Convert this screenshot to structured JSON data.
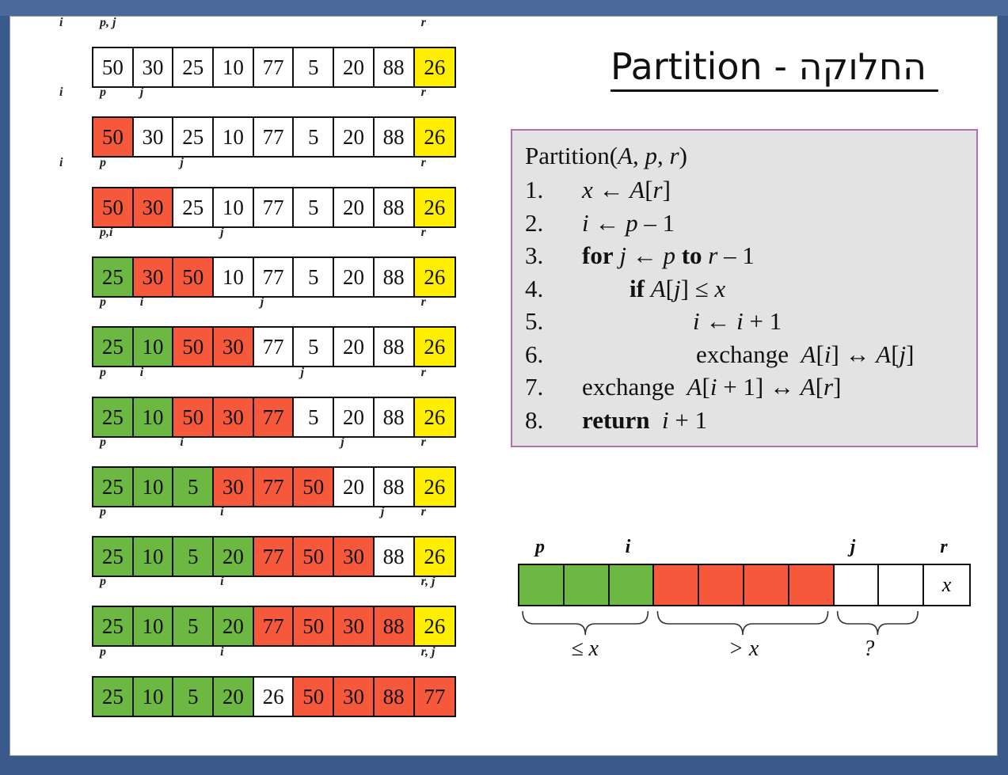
{
  "title": "Partition - החלוקה",
  "colors": {
    "white": "#ffffff",
    "red": "#f5583b",
    "green": "#6cb843",
    "yellow": "#ffee00"
  },
  "rows": [
    {
      "labels": [
        {
          "text": "i",
          "col": -1
        },
        {
          "text": "p, j",
          "col": 0
        },
        {
          "text": "r",
          "col": 8
        }
      ],
      "cells": [
        [
          "50",
          "white"
        ],
        [
          "30",
          "white"
        ],
        [
          "25",
          "white"
        ],
        [
          "10",
          "white"
        ],
        [
          "77",
          "white"
        ],
        [
          "5",
          "white"
        ],
        [
          "20",
          "white"
        ],
        [
          "88",
          "white"
        ],
        [
          "26",
          "yellow"
        ]
      ]
    },
    {
      "labels": [
        {
          "text": "i",
          "col": -1
        },
        {
          "text": "p",
          "col": 0
        },
        {
          "text": "j",
          "col": 1
        },
        {
          "text": "r",
          "col": 8
        }
      ],
      "cells": [
        [
          "50",
          "red"
        ],
        [
          "30",
          "white"
        ],
        [
          "25",
          "white"
        ],
        [
          "10",
          "white"
        ],
        [
          "77",
          "white"
        ],
        [
          "5",
          "white"
        ],
        [
          "20",
          "white"
        ],
        [
          "88",
          "white"
        ],
        [
          "26",
          "yellow"
        ]
      ]
    },
    {
      "labels": [
        {
          "text": "i",
          "col": -1
        },
        {
          "text": "p",
          "col": 0
        },
        {
          "text": "j",
          "col": 2
        },
        {
          "text": "r",
          "col": 8
        }
      ],
      "cells": [
        [
          "50",
          "red"
        ],
        [
          "30",
          "red"
        ],
        [
          "25",
          "white"
        ],
        [
          "10",
          "white"
        ],
        [
          "77",
          "white"
        ],
        [
          "5",
          "white"
        ],
        [
          "20",
          "white"
        ],
        [
          "88",
          "white"
        ],
        [
          "26",
          "yellow"
        ]
      ]
    },
    {
      "labels": [
        {
          "text": "p,i",
          "col": 0
        },
        {
          "text": "j",
          "col": 3
        },
        {
          "text": "r",
          "col": 8
        }
      ],
      "cells": [
        [
          "25",
          "green"
        ],
        [
          "30",
          "red"
        ],
        [
          "50",
          "red"
        ],
        [
          "10",
          "white"
        ],
        [
          "77",
          "white"
        ],
        [
          "5",
          "white"
        ],
        [
          "20",
          "white"
        ],
        [
          "88",
          "white"
        ],
        [
          "26",
          "yellow"
        ]
      ]
    },
    {
      "labels": [
        {
          "text": "p",
          "col": 0
        },
        {
          "text": "i",
          "col": 1
        },
        {
          "text": "j",
          "col": 4
        },
        {
          "text": "r",
          "col": 8
        }
      ],
      "cells": [
        [
          "25",
          "green"
        ],
        [
          "10",
          "green"
        ],
        [
          "50",
          "red"
        ],
        [
          "30",
          "red"
        ],
        [
          "77",
          "white"
        ],
        [
          "5",
          "white"
        ],
        [
          "20",
          "white"
        ],
        [
          "88",
          "white"
        ],
        [
          "26",
          "yellow"
        ]
      ]
    },
    {
      "labels": [
        {
          "text": "p",
          "col": 0
        },
        {
          "text": "i",
          "col": 1
        },
        {
          "text": "j",
          "col": 5
        },
        {
          "text": "r",
          "col": 8
        }
      ],
      "cells": [
        [
          "25",
          "green"
        ],
        [
          "10",
          "green"
        ],
        [
          "50",
          "red"
        ],
        [
          "30",
          "red"
        ],
        [
          "77",
          "red"
        ],
        [
          "5",
          "white"
        ],
        [
          "20",
          "white"
        ],
        [
          "88",
          "white"
        ],
        [
          "26",
          "yellow"
        ]
      ]
    },
    {
      "labels": [
        {
          "text": "p",
          "col": 0
        },
        {
          "text": "i",
          "col": 2
        },
        {
          "text": "j",
          "col": 6
        },
        {
          "text": "r",
          "col": 8
        }
      ],
      "cells": [
        [
          "25",
          "green"
        ],
        [
          "10",
          "green"
        ],
        [
          "5",
          "green"
        ],
        [
          "30",
          "red"
        ],
        [
          "77",
          "red"
        ],
        [
          "50",
          "red"
        ],
        [
          "20",
          "white"
        ],
        [
          "88",
          "white"
        ],
        [
          "26",
          "yellow"
        ]
      ]
    },
    {
      "labels": [
        {
          "text": "p",
          "col": 0
        },
        {
          "text": "i",
          "col": 3
        },
        {
          "text": "j",
          "col": 7
        },
        {
          "text": "r",
          "col": 8
        }
      ],
      "cells": [
        [
          "25",
          "green"
        ],
        [
          "10",
          "green"
        ],
        [
          "5",
          "green"
        ],
        [
          "20",
          "green"
        ],
        [
          "77",
          "red"
        ],
        [
          "50",
          "red"
        ],
        [
          "30",
          "red"
        ],
        [
          "88",
          "white"
        ],
        [
          "26",
          "yellow"
        ]
      ]
    },
    {
      "labels": [
        {
          "text": "p",
          "col": 0
        },
        {
          "text": "i",
          "col": 3
        },
        {
          "text": "r, j",
          "col": 8
        }
      ],
      "cells": [
        [
          "25",
          "green"
        ],
        [
          "10",
          "green"
        ],
        [
          "5",
          "green"
        ],
        [
          "20",
          "green"
        ],
        [
          "77",
          "red"
        ],
        [
          "50",
          "red"
        ],
        [
          "30",
          "red"
        ],
        [
          "88",
          "red"
        ],
        [
          "26",
          "yellow"
        ]
      ]
    },
    {
      "labels": [
        {
          "text": "p",
          "col": 0
        },
        {
          "text": "i",
          "col": 3
        },
        {
          "text": "r, j",
          "col": 8
        }
      ],
      "cells": [
        [
          "25",
          "green"
        ],
        [
          "10",
          "green"
        ],
        [
          "5",
          "green"
        ],
        [
          "20",
          "green"
        ],
        [
          "26",
          "white"
        ],
        [
          "50",
          "red"
        ],
        [
          "30",
          "red"
        ],
        [
          "88",
          "red"
        ],
        [
          "77",
          "red"
        ]
      ]
    }
  ],
  "code": {
    "header": "Partition(A, p, r)",
    "lines": [
      {
        "num": "1.",
        "indent": 0,
        "html": "<i>x</i> ← <i>A</i>[<i>r</i>]"
      },
      {
        "num": "2.",
        "indent": 0,
        "html": "<i>i</i> ← <i>p</i> – 1"
      },
      {
        "num": "3.",
        "indent": 0,
        "html": "<b>for</b> <i>j</i> ← <i>p</i> <b>to</b> <i>r</i> – 1"
      },
      {
        "num": "4.",
        "indent": 1,
        "html": "<b>if</b> <i>A</i>[<i>j</i>] ≤ <i>x</i>"
      },
      {
        "num": "5.",
        "indent": 2,
        "html": "<i>i</i> ← <i>i</i> + 1"
      },
      {
        "num": "6.",
        "indent": 2,
        "html": "exchange &nbsp;<i>A</i>[<i>i</i>] ↔ <i>A</i>[<i>j</i>]"
      },
      {
        "num": "7.",
        "indent": 0,
        "html": "exchange &nbsp;<i>A</i>[<i>i</i> + 1] ↔ <i>A</i>[<i>r</i>]"
      },
      {
        "num": "8.",
        "indent": 0,
        "html": "<b>return</b> &nbsp;<i>i</i> + 1"
      }
    ]
  },
  "diagram": {
    "labels": [
      {
        "text": "p",
        "col": 0
      },
      {
        "text": "i",
        "col": 2
      },
      {
        "text": "j",
        "col": 7
      },
      {
        "text": "r",
        "col": 9
      }
    ],
    "cells": [
      [
        "",
        "green"
      ],
      [
        "",
        "green"
      ],
      [
        "",
        "green"
      ],
      [
        "",
        "red"
      ],
      [
        "",
        "red"
      ],
      [
        "",
        "red"
      ],
      [
        "",
        "red"
      ],
      [
        "",
        "white"
      ],
      [
        "",
        "white"
      ],
      [
        "x",
        "white"
      ]
    ],
    "braces": [
      {
        "from": 0,
        "to": 3,
        "label": "≤ x"
      },
      {
        "from": 3,
        "to": 7,
        "label": "> x"
      },
      {
        "from": 7,
        "to": 9,
        "label": "?"
      }
    ]
  }
}
